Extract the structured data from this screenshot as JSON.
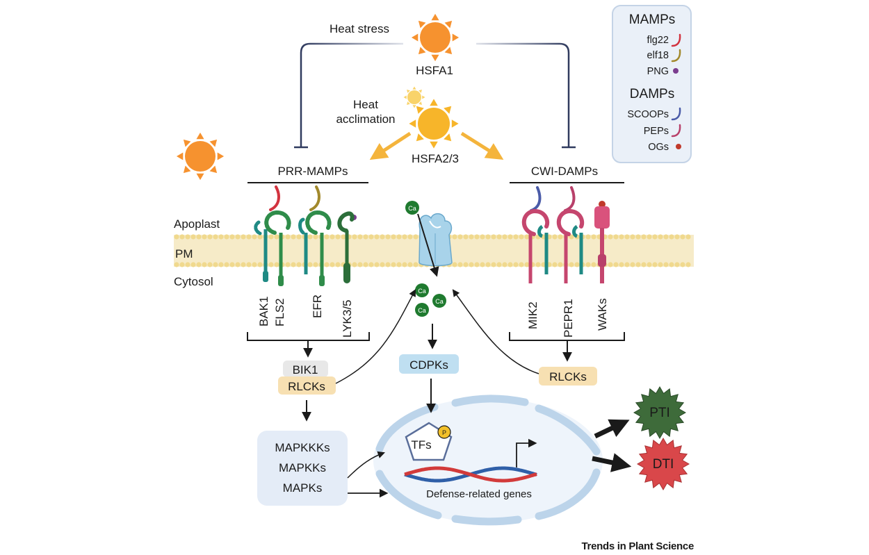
{
  "legend": {
    "mamps_title": "MAMPs",
    "mamps": [
      "flg22",
      "elf18",
      "PNG"
    ],
    "damps_title": "DAMPs",
    "damps": [
      "SCOOPs",
      "PEPs",
      "OGs"
    ]
  },
  "top": {
    "heat_stress": "Heat stress",
    "hsfa1": "HSFA1",
    "heat": "Heat",
    "acclimation": "acclimation",
    "hsfa23": "HSFA2/3"
  },
  "groups": {
    "prr": "PRR-MAMPs",
    "cwi": "CWI-DAMPs"
  },
  "compartments": {
    "apoplast": "Apoplast",
    "pm": "PM",
    "cytosol": "Cytosol"
  },
  "receptors_left": [
    "BAK1",
    "FLS2",
    "EFR",
    "LYK3/5"
  ],
  "receptors_right": [
    "MIK2",
    "PEPR1",
    "WAKs"
  ],
  "calcium": "Ca",
  "signaling": {
    "bik1": "BIK1",
    "rlcks_left": "RLCKs",
    "rlcks_right": "RLCKs",
    "cdpks": "CDPKs",
    "mapkkks": "MAPKKKs",
    "mapkks": "MAPKKs",
    "mapks": "MAPKs"
  },
  "nucleus": {
    "tfs": "TFs",
    "p": "P",
    "genes": "Defense-related genes"
  },
  "outputs": {
    "pti": "PTI",
    "dti": "DTI"
  },
  "footer": "Trends in Plant Science",
  "colors": {
    "flg22": "#d2333f",
    "elf18": "#a2892c",
    "png": "#7b3d8f",
    "scoops": "#4a5ba8",
    "peps": "#b8406a",
    "ogs": "#c0392b",
    "sun": "#f6922f",
    "sun_light": "#f7b52a",
    "membrane": "#f3e3b3",
    "pti": "#3e6b3a",
    "dti": "#d9474a"
  }
}
